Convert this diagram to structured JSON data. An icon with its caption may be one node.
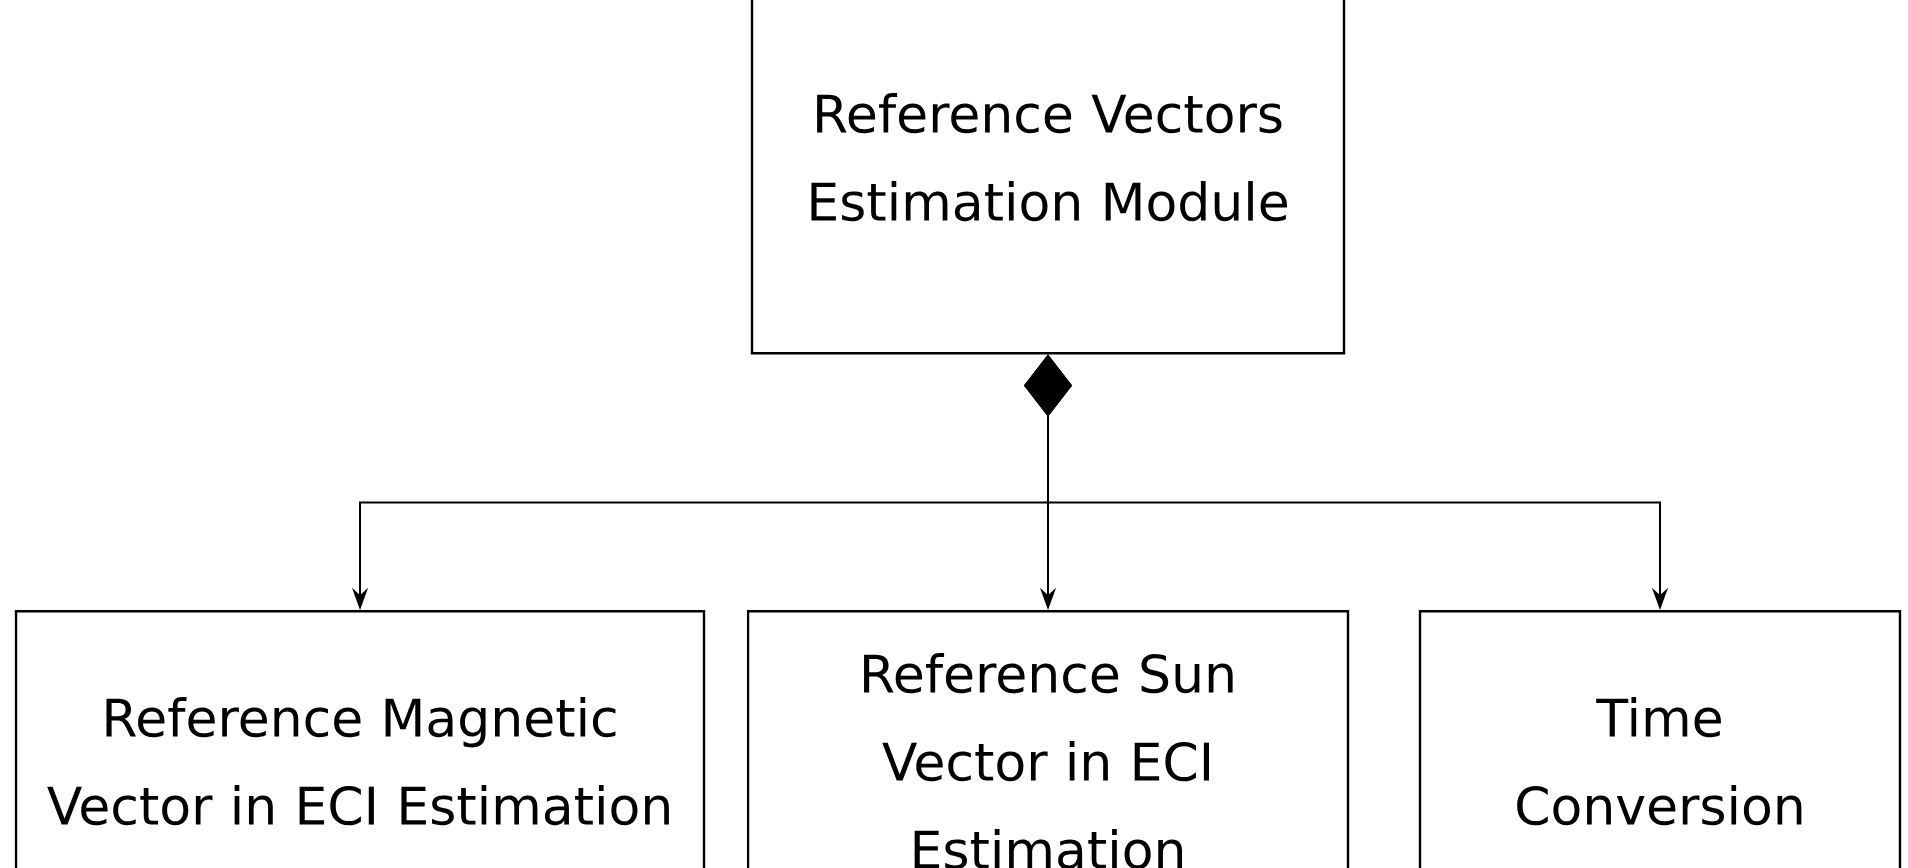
{
  "diagram": {
    "nodes": [
      {
        "text": [
          "Reference Vectors Estimation Module"
        ]
      },
      {
        "text": [
          "Reference Magnetic Vector in ECI Estimation"
        ]
      },
      {
        "text": [
          "Reference Sun Vector in ECI Estimation"
        ]
      },
      {
        "text": [
          "Time Conversion"
        ]
      }
    ],
    "edges": [
      {
        "from": 0,
        "to": 1,
        "arrow": "to"
      },
      {
        "from": 0,
        "to": 2,
        "arrow": "to"
      },
      {
        "from": 0,
        "to": 3,
        "arrow": "to"
      }
    ]
  }
}
